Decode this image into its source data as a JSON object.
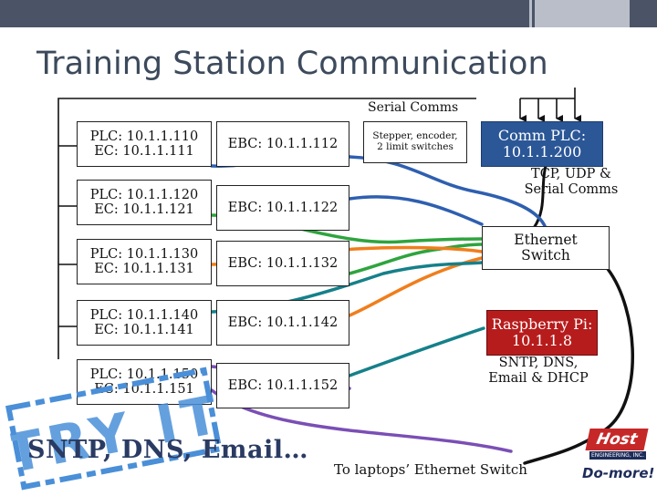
{
  "slide": {
    "title": "Training Station Communication",
    "serial_comms_label": "Serial Comms"
  },
  "stations": [
    {
      "plc_line1": "PLC: 10.1.1.110",
      "plc_line2": "EC: 10.1.1.111",
      "ebc": "EBC: 10.1.1.112"
    },
    {
      "plc_line1": "PLC: 10.1.1.120",
      "plc_line2": "EC: 10.1.1.121",
      "ebc": "EBC: 10.1.1.122"
    },
    {
      "plc_line1": "PLC: 10.1.1.130",
      "plc_line2": "EC: 10.1.1.131",
      "ebc": "EBC: 10.1.1.132"
    },
    {
      "plc_line1": "PLC: 10.1.1.140",
      "plc_line2": "EC: 10.1.1.141",
      "ebc": "EBC: 10.1.1.142"
    },
    {
      "plc_line1": "PLC: 10.1.1.150",
      "plc_line2": "EC: 10.1.1.151",
      "ebc": "EBC: 10.1.1.152"
    }
  ],
  "devices": {
    "stepper_line1": "Stepper, encoder,",
    "stepper_line2": "2 limit switches",
    "comm_plc_line1": "Comm PLC:",
    "comm_plc_line2": "10.1.1.200",
    "comm_plc_note_line1": "TCP, UDP &",
    "comm_plc_note_line2": "Serial Comms",
    "switch_line1": "Ethernet",
    "switch_line2": "Switch",
    "pi_line1": "Raspberry Pi:",
    "pi_line2": "10.1.1.8",
    "pi_note_line1": "SNTP, DNS,",
    "pi_note_line2": "Email & DHCP"
  },
  "footer": {
    "services_text": "SNTP, DNS, Email…",
    "laptops_text": "To laptops’ Ethernet Switch",
    "stamp_text": "TRY IT",
    "logo_host": "Host",
    "logo_host_sub": "ENGINEERING, INC.",
    "logo_domore": "Do-more!"
  },
  "colors": {
    "cable_blue": "#2e5fb0",
    "cable_green": "#2ea43e",
    "cable_orange": "#f07e1c",
    "cable_teal": "#15808a",
    "cable_purple": "#7a4fb5",
    "cable_black": "#111111",
    "comm_plc_fill": "#2b5797",
    "pi_fill": "#b71c1c",
    "stamp": "#4a8fd8",
    "title": "#3c4a5c",
    "services_text": "#2a3b63"
  }
}
